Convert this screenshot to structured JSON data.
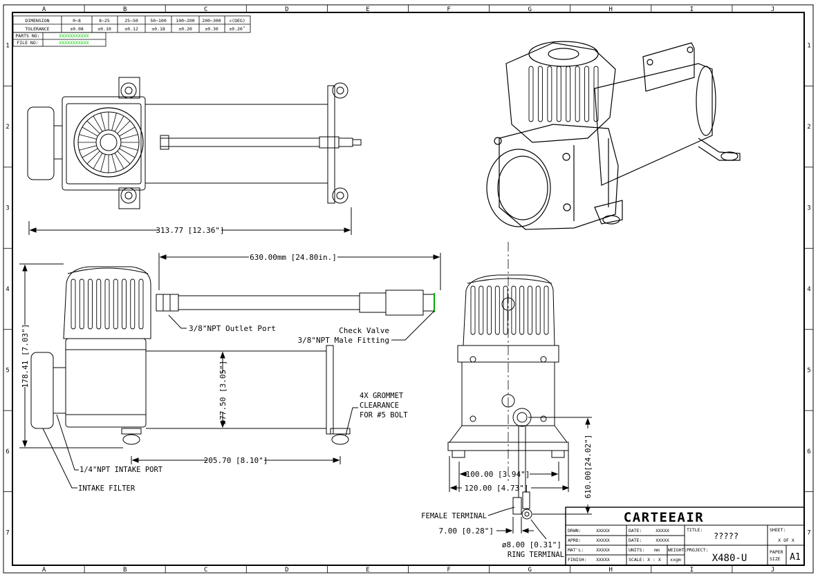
{
  "border": {
    "columns": [
      "A",
      "B",
      "C",
      "D",
      "E",
      "F",
      "G",
      "H",
      "I",
      "J"
    ],
    "rows": [
      "1",
      "2",
      "3",
      "4",
      "5",
      "6",
      "7"
    ]
  },
  "tolerance_table": {
    "dimension_label": "DIMENSION",
    "tolerance_label": "TOLERANCE",
    "ranges": [
      "0~8",
      "8~25",
      "25~50",
      "50~100",
      "100~200",
      "200~300",
      "∠(DEG)"
    ],
    "values": [
      "±0.08",
      "±0.10",
      "±0.12",
      "±0.18",
      "±0.20",
      "±0.30",
      "±0.20˚"
    ],
    "parts_no_label": "PARTS NO:",
    "parts_no": "XXXXXXXXXXX",
    "file_no_label": "FILE  NO:",
    "file_no": "XXXXXXXXXXX",
    "placeholder_color": "#00cc00"
  },
  "dimensions": {
    "top_length": "313.77 [12.36\"]",
    "hose_length": "630.00mm [24.80in.]",
    "height": "178.41 [7.03\"]",
    "cylinder_dia": "ø77.50 [3.05\"]",
    "base_span": "205.70 [8.10\"]",
    "lead_length": "610.00[24.02\"]",
    "mount_inner": "100.00 [3.94\"]",
    "mount_outer": "120.00 [4.73\"]",
    "terminal_width": "7.00 [0.28\"]",
    "ring_dia": "ø8.00 [0.31\"]"
  },
  "callouts": {
    "outlet_port": "3/8\"NPT Outlet Port",
    "check_valve": "Check Valve",
    "male_fitting": "3/8\"NPT Male Fitting",
    "grommet_1": "4X GROMMET",
    "grommet_2": "CLEARANCE",
    "grommet_3": "FOR #5 BOLT",
    "intake_port": "1/4\"NPT INTAKE PORT",
    "intake_filter": "INTAKE FILTER",
    "female_terminal": "FEMALE TERMINAL",
    "ring_terminal": "RING TERMINAL"
  },
  "title_block": {
    "company": "CARTEEAIR",
    "drwn_label": "DRWN:",
    "drwn": "XXXXX",
    "aprd_label": "APRD:",
    "aprd": "XXXXX",
    "matl_label": "MAT'L:",
    "matl": "XXXXX",
    "finish_label": "FINISH:",
    "finish": "XXXXX",
    "date_label": "DATE:",
    "date1": "XXXXX",
    "date2": "XXXXX",
    "units_label": "UNITS:",
    "units": "mm",
    "scale_label": "SCALE:",
    "scale": "X : X",
    "weight_label": "WEIGHT:",
    "weight": "xxgm",
    "title_label": "TITLE:",
    "title": "?????",
    "project_label": "PROJECT:",
    "project": "X480-U",
    "sheet_label": "SHEET:",
    "sheet": "X  OF  X",
    "paper_label_1": "PAPER",
    "paper_label_2": "SIZE",
    "paper": "A1"
  },
  "colors": {
    "line": "#000000",
    "dim_text": "#000000",
    "placeholder": "#00cc00"
  }
}
